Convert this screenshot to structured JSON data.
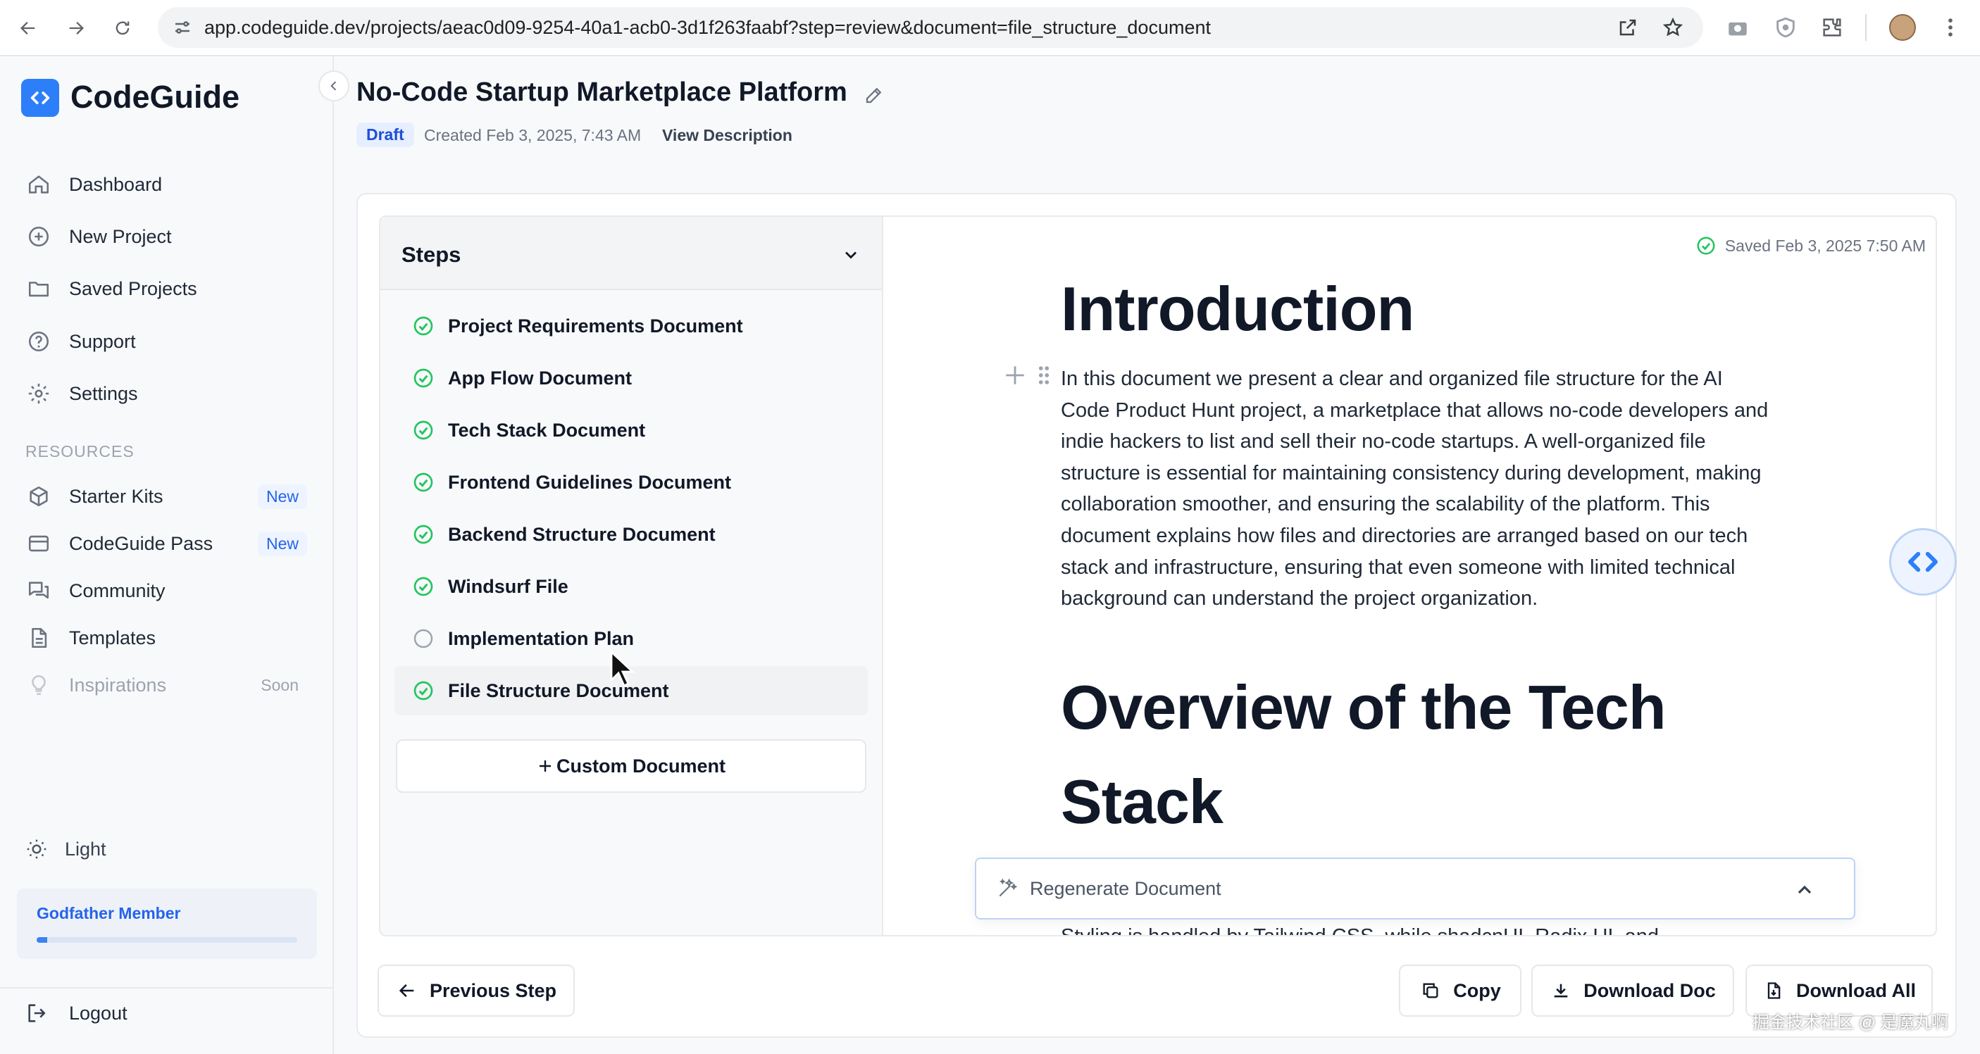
{
  "browser": {
    "url": "app.codeguide.dev/projects/aeac0d09-9254-40a1-acb0-3d1f263faabf?step=review&document=file_structure_document"
  },
  "sidebar": {
    "brand": "CodeGuide",
    "items": [
      {
        "label": "Dashboard",
        "icon": "home-icon"
      },
      {
        "label": "New Project",
        "icon": "plus-circle-icon"
      },
      {
        "label": "Saved Projects",
        "icon": "folder-icon"
      },
      {
        "label": "Support",
        "icon": "help-icon"
      },
      {
        "label": "Settings",
        "icon": "gear-icon"
      }
    ],
    "resources_label": "RESOURCES",
    "resources": [
      {
        "label": "Starter Kits",
        "badge": "New",
        "icon": "package-icon"
      },
      {
        "label": "CodeGuide Pass",
        "badge": "New",
        "icon": "card-icon"
      },
      {
        "label": "Community",
        "icon": "chat-icon"
      },
      {
        "label": "Templates",
        "icon": "file-icon"
      },
      {
        "label": "Inspirations",
        "badge": "Soon",
        "icon": "bulb-icon"
      }
    ],
    "theme_label": "Light",
    "member_label": "Godfather Member",
    "member_progress": 0.04,
    "logout_label": "Logout"
  },
  "project": {
    "title": "No-Code Startup Marketplace Platform",
    "status": "Draft",
    "created": "Created Feb 3, 2025, 7:43 AM",
    "view_description": "View Description"
  },
  "steps": {
    "title": "Steps",
    "items": [
      {
        "label": "Project Requirements Document",
        "done": true
      },
      {
        "label": "App Flow Document",
        "done": true
      },
      {
        "label": "Tech Stack Document",
        "done": true
      },
      {
        "label": "Frontend Guidelines Document",
        "done": true
      },
      {
        "label": "Backend Structure Document",
        "done": true
      },
      {
        "label": "Windsurf File",
        "done": true
      },
      {
        "label": "Implementation Plan",
        "done": false
      },
      {
        "label": "File Structure Document",
        "done": true,
        "active": true
      }
    ],
    "custom_document": "Custom Document"
  },
  "document": {
    "saved": "Saved Feb 3, 2025 7:50 AM",
    "heading1": "Introduction",
    "paragraph1": "In this document we present a clear and organized file structure for the AI Code Product Hunt project, a marketplace that allows no-code developers and indie hackers to list and sell their no-code startups. A well-organized file structure is essential for maintaining consistency during development, making collaboration smoother, and ensuring the scalability of the platform. This document explains how files and directories are arranged based on our tech stack and infrastructure, ensuring that even someone with limited technical background can understand the project organization.",
    "heading2": "Overview of the Tech Stack",
    "regenerate": "Regenerate Document",
    "paragraph2": "Styling is handled by Tailwind CSS, while shadcnUI, Radix UI, and"
  },
  "footer": {
    "previous": "Previous Step",
    "copy": "Copy",
    "download_doc": "Download Doc",
    "download_all": "Download All"
  },
  "watermark": "掘金技术社区 @ 是魔丸啊",
  "colors": {
    "accent": "#2d7ff9",
    "check": "#22c55e"
  }
}
